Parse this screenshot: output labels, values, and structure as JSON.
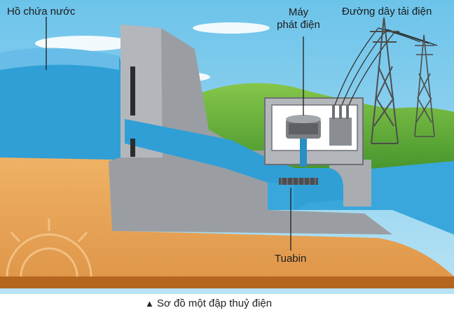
{
  "labels": {
    "reservoir": "Hồ chứa nước",
    "generator_line1": "Máy",
    "generator_line2": "phát điện",
    "power_lines": "Đường dây tải điện",
    "turbine": "Tuabin"
  },
  "caption": {
    "marker": "▲",
    "text": "Sơ đồ một đập thuỷ điện"
  },
  "colors": {
    "sky": "#8ed0ec",
    "water": "#2f9fd6",
    "hill": "#5aa43a",
    "ground": "#e6a455",
    "concrete": "#9a9ea3",
    "tower": "#4d4d4d"
  }
}
